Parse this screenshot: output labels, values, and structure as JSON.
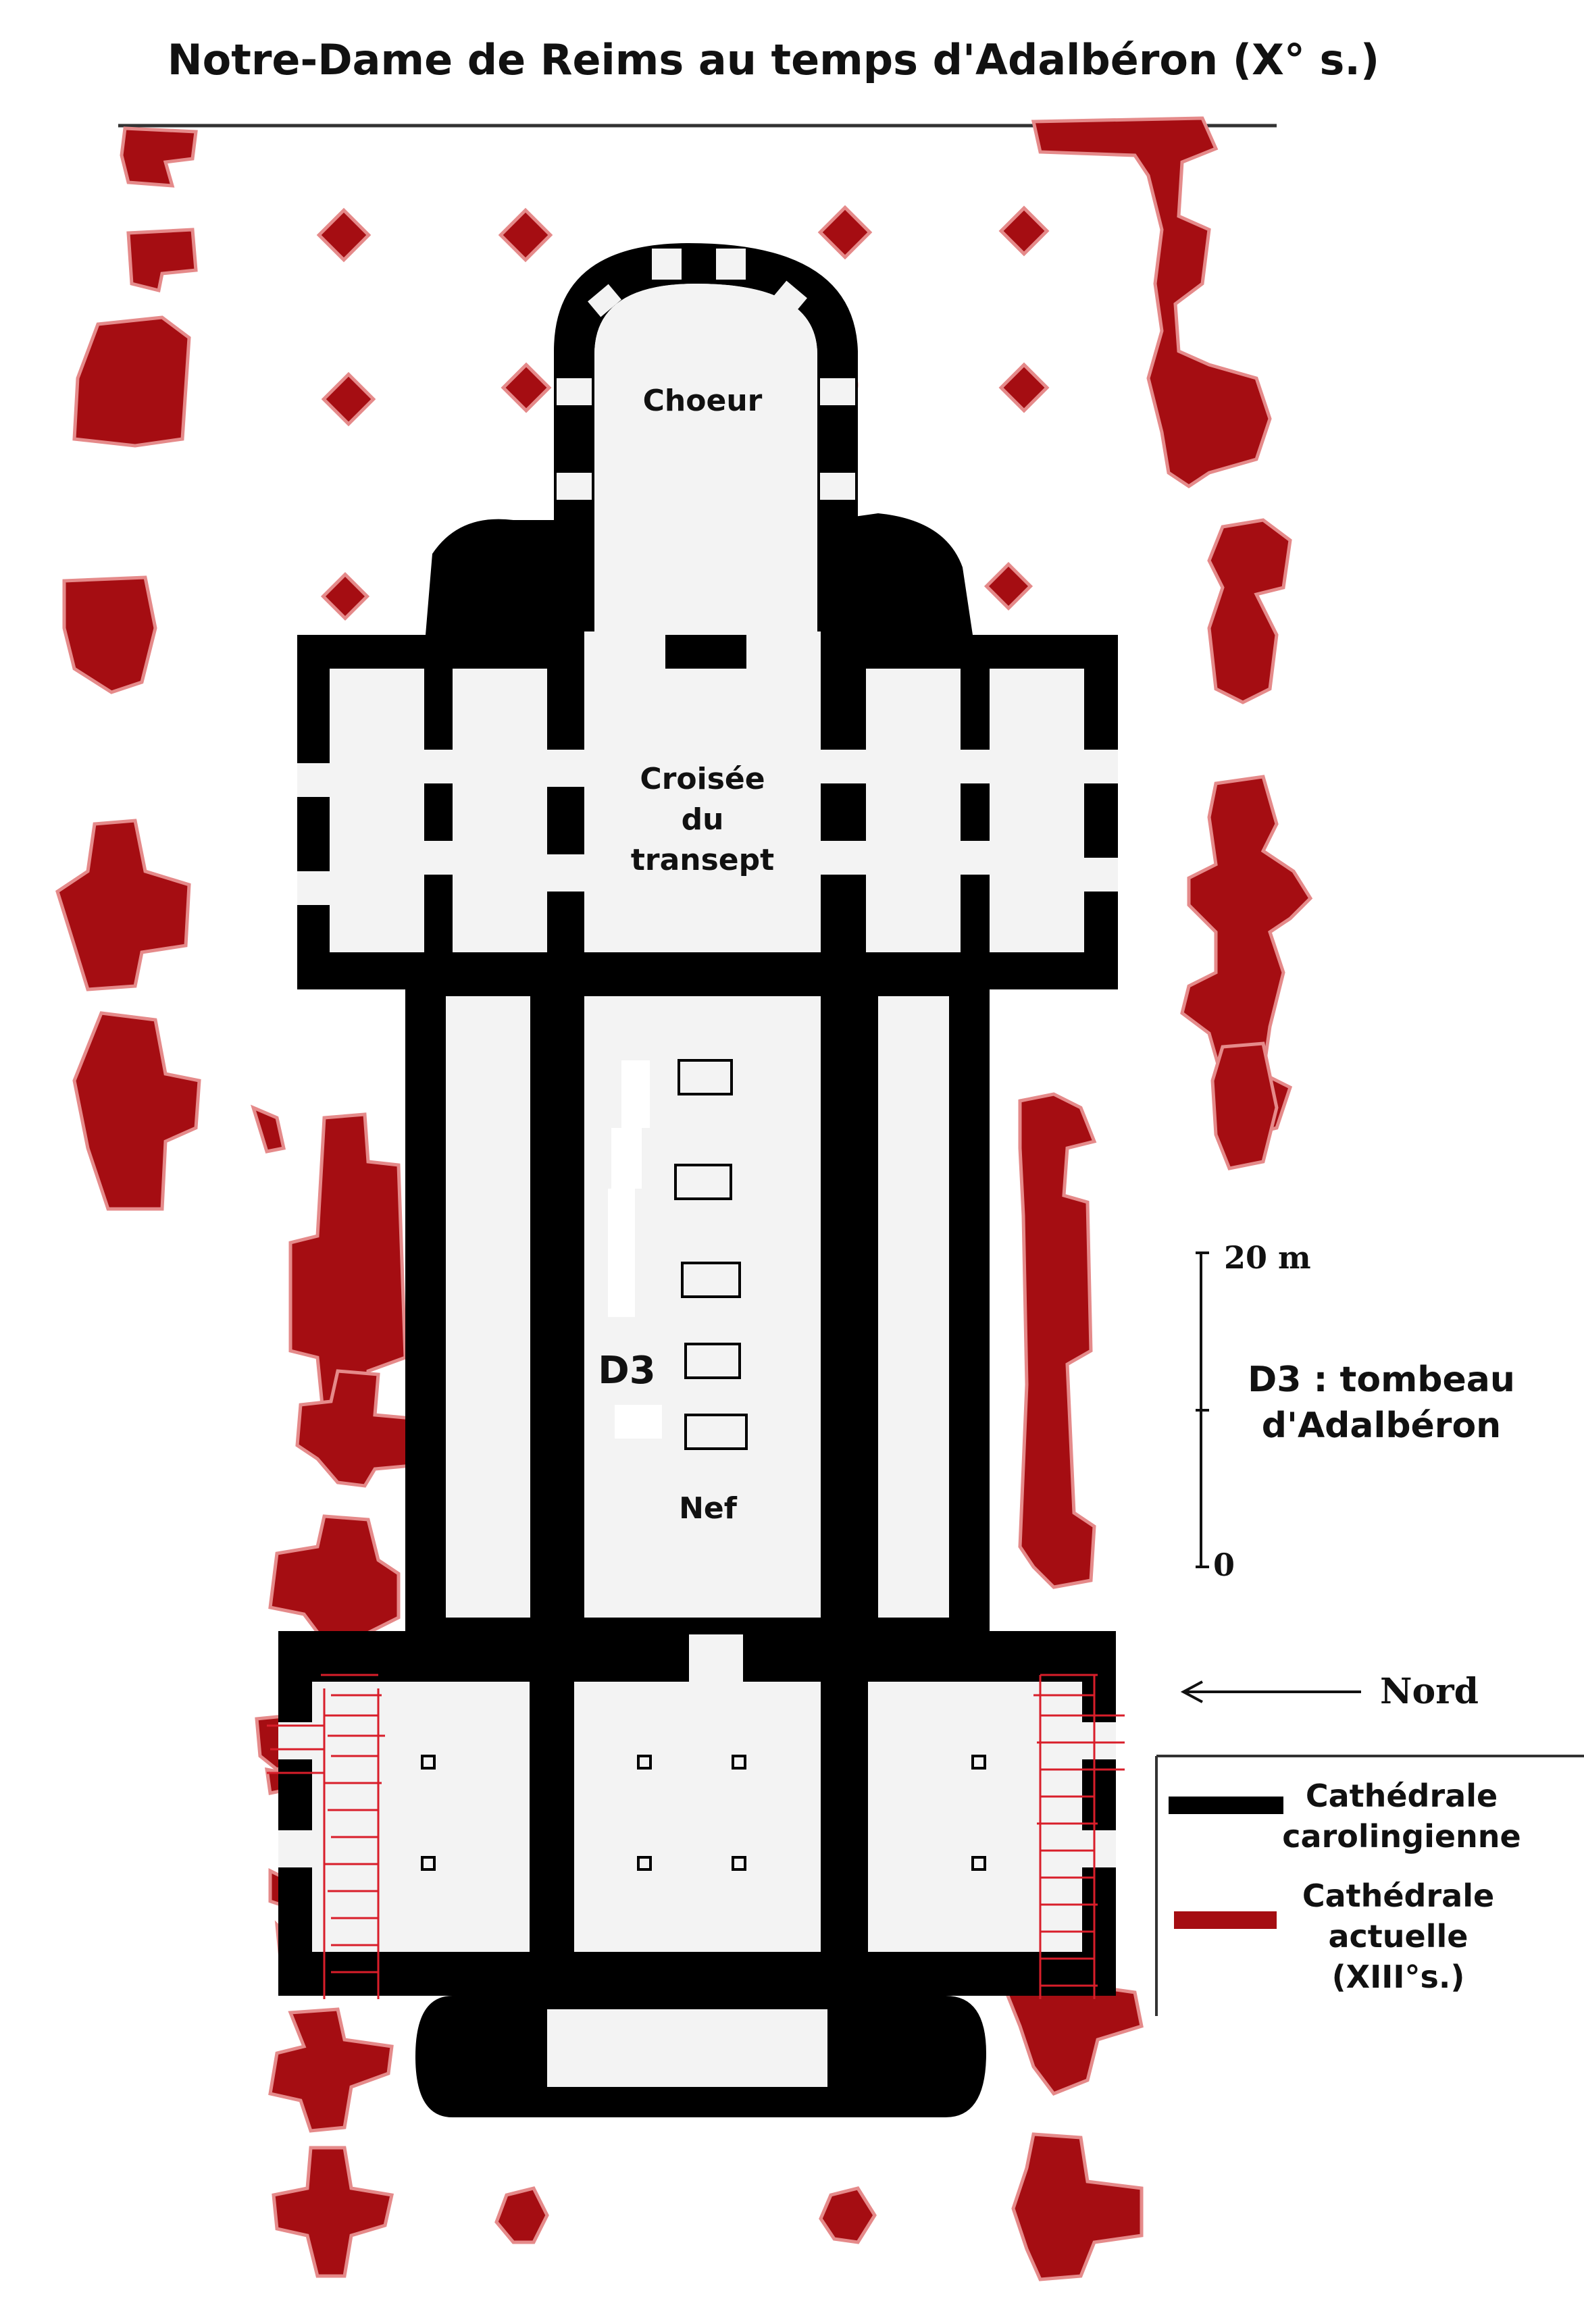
{
  "title": "Notre-Dame de Reims au temps d'Adalbéron (X° s.)",
  "labels": {
    "choeur": "Choeur",
    "croisee_1": "Croisée",
    "croisee_2": "du",
    "croisee_3": "transept",
    "nef": "Nef",
    "d3": "D3"
  },
  "scale": {
    "top": "20 m",
    "bottom": "0"
  },
  "note": {
    "line1": "D3 : tombeau",
    "line2": "d'Adalbéron"
  },
  "north": "Nord",
  "legend": {
    "carolingian_1": "Cathédrale",
    "carolingian_2": "carolingienne",
    "current_1": "Cathédrale",
    "current_2": "actuelle",
    "current_3": "(XIII°s.)"
  },
  "colors": {
    "carolingian": "#000000",
    "current": "#a50d12",
    "floor": "#f3f3f3"
  }
}
